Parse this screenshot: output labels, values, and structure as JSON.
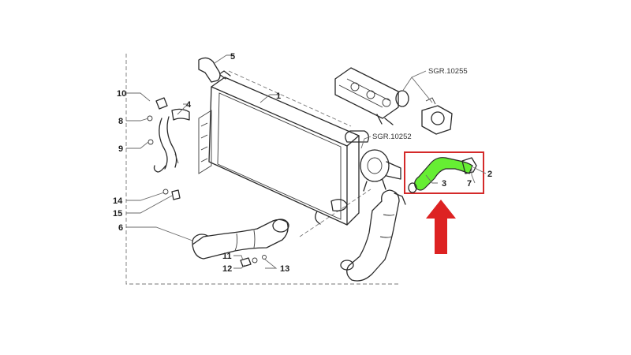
{
  "labels": {
    "l1": "1",
    "l2": "2",
    "l3": "3",
    "l4": "4",
    "l5": "5",
    "l6": "6",
    "l7": "7",
    "l8": "8",
    "l9": "9",
    "l10": "10",
    "l11": "11",
    "l12": "12",
    "l13": "13",
    "l14": "14",
    "l15": "15"
  },
  "refs": {
    "sgr_manifold": "SGR.10255",
    "sgr_turbo": "SGR.10252"
  },
  "colors": {
    "highlight_part": "#66ee33",
    "highlight_box": "#d42a2a",
    "arrow": "#dd2222"
  },
  "icons": {
    "arrow": "arrow-up-icon"
  }
}
